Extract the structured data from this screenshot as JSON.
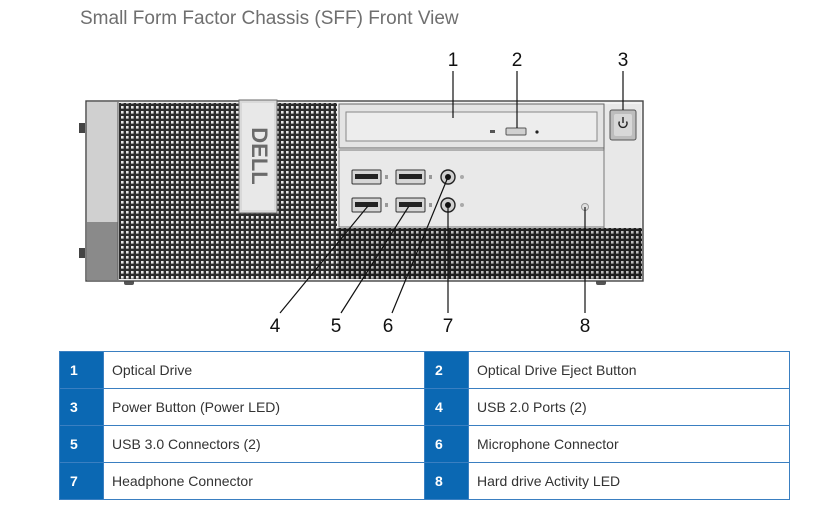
{
  "title": "Small Form Factor Chassis (SFF) Front View",
  "brand_logo": "DELL",
  "colors": {
    "table_number_bg": "#0b68b3",
    "table_border": "#3a7fc1",
    "title_text": "#6f6f6f"
  },
  "callouts": [
    "1",
    "2",
    "3",
    "4",
    "5",
    "6",
    "7",
    "8"
  ],
  "legend": [
    [
      {
        "num": "1",
        "label": "Optical Drive"
      },
      {
        "num": "2",
        "label": "Optical Drive Eject Button"
      }
    ],
    [
      {
        "num": "3",
        "label": "Power Button (Power LED)"
      },
      {
        "num": "4",
        "label": "USB 2.0 Ports (2)"
      }
    ],
    [
      {
        "num": "5",
        "label": "USB 3.0 Connectors (2)"
      },
      {
        "num": "6",
        "label": "Microphone Connector"
      }
    ],
    [
      {
        "num": "7",
        "label": "Headphone Connector"
      },
      {
        "num": "8",
        "label": "Hard drive Activity LED"
      }
    ]
  ]
}
